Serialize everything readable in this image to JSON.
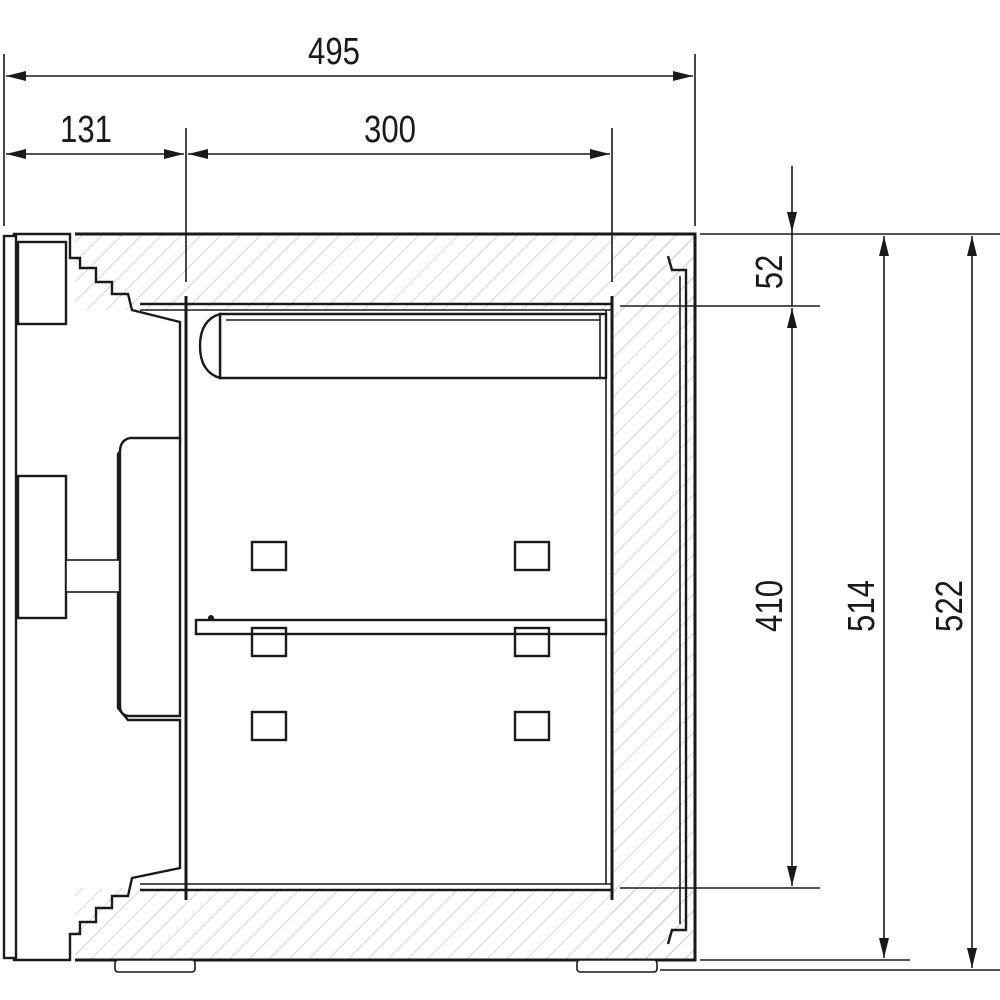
{
  "dimensions": {
    "overall_width": "495",
    "door_depth": "131",
    "interior_width": "300",
    "top_wall": "52",
    "interior_height": "410",
    "body_height": "514",
    "overall_height": "522"
  },
  "colors": {
    "line": "#1a1a1a",
    "hatch": "#c8c8c8",
    "background": "#ffffff"
  }
}
